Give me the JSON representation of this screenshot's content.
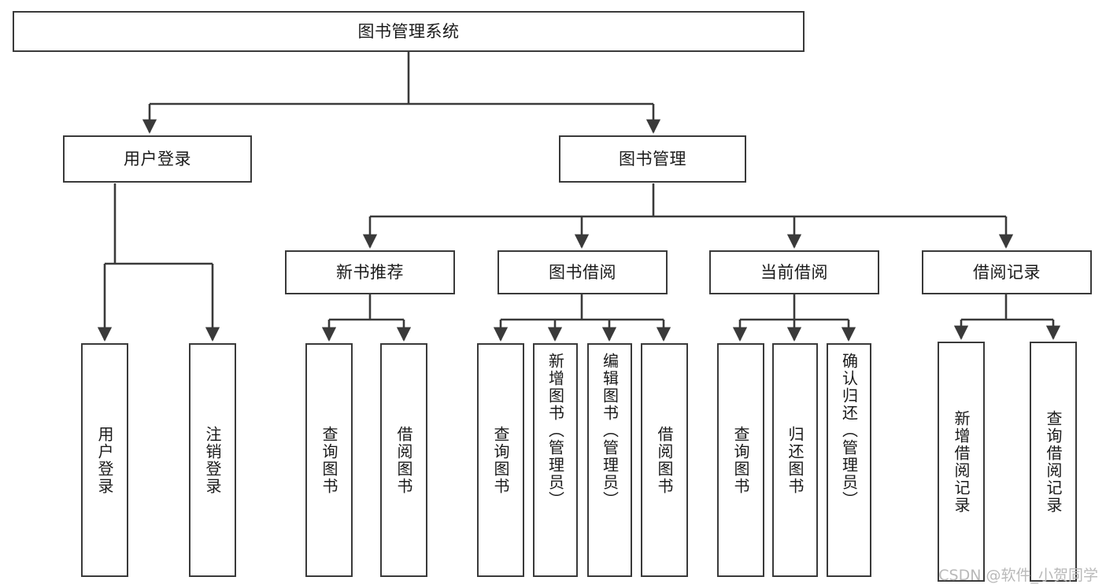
{
  "diagram": {
    "type": "tree",
    "title": "图书管理系统",
    "root": {
      "label": "图书管理系统"
    },
    "tier1": [
      {
        "label": "用户登录"
      },
      {
        "label": "图书管理"
      }
    ],
    "tier2": [
      {
        "label": "新书推荐"
      },
      {
        "label": "图书借阅"
      },
      {
        "label": "当前借阅"
      },
      {
        "label": "借阅记录"
      }
    ],
    "leaves": {
      "user_login": [
        {
          "label": "用户登录"
        },
        {
          "label": "注销登录"
        }
      ],
      "new_book_recommend": [
        {
          "label": "查询图书"
        },
        {
          "label": "借阅图书"
        }
      ],
      "book_borrow": [
        {
          "label": "查询图书"
        },
        {
          "label": "新增图书（管理员）"
        },
        {
          "label": "编辑图书（管理员）"
        },
        {
          "label": "借阅图书"
        }
      ],
      "current_borrow": [
        {
          "label": "查询图书"
        },
        {
          "label": "归还图书"
        },
        {
          "label": "确认归还（管理员）"
        }
      ],
      "borrow_record": [
        {
          "label": "新增借阅记录"
        },
        {
          "label": "查询借阅记录"
        }
      ]
    }
  },
  "watermark": {
    "text": "CSDN @软件_小贺同学"
  },
  "colors": {
    "box_border": "#3a3a3a",
    "edge": "#3a3a3a",
    "background": "#ffffff",
    "text": "#1a1a1a",
    "watermark": "#b9b9b9"
  }
}
